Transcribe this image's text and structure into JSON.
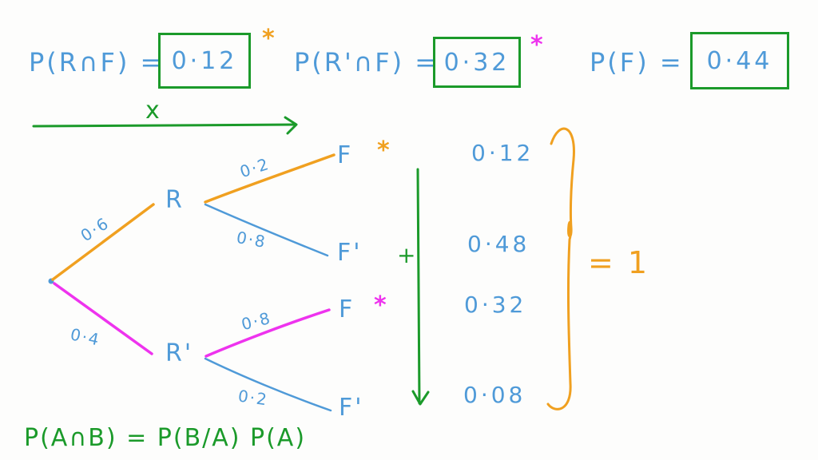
{
  "top_equations": [
    {
      "lhs": "P(R∩F) =",
      "value": "0·12",
      "marker": "*",
      "marker_color": "#f0a020"
    },
    {
      "lhs": "P(R'∩F) =",
      "value": "0·32",
      "marker": "*",
      "marker_color": "#ee33ee"
    },
    {
      "lhs": "P(F) =",
      "value": "0·44"
    }
  ],
  "multiply_arrow": {
    "label": "x"
  },
  "tree": {
    "root_branches": [
      {
        "node": "R",
        "prob": "0·6",
        "color": "#f0a020"
      },
      {
        "node": "R'",
        "prob": "0·4",
        "color": "#ee33ee"
      }
    ],
    "second_level": [
      {
        "parent": "R",
        "node": "F",
        "prob": "0·2",
        "color": "#f0a020",
        "marker": "*"
      },
      {
        "parent": "R",
        "node": "F'",
        "prob": "0·8",
        "color": "#4f9ad8"
      },
      {
        "parent": "R'",
        "node": "F",
        "prob": "0·8",
        "color": "#ee33ee",
        "marker": "*"
      },
      {
        "parent": "R'",
        "node": "F'",
        "prob": "0·2",
        "color": "#4f9ad8"
      }
    ]
  },
  "add_arrow": {
    "label": "+"
  },
  "results": [
    "0·12",
    "0·48",
    "0·32",
    "0·08"
  ],
  "sum": {
    "label": "= 1"
  },
  "formula": "P(A∩B) = P(B/A) P(A)",
  "colors": {
    "blue": "#4f9ad8",
    "green": "#1b9a2a",
    "orange": "#f0a020",
    "magenta": "#ee33ee"
  }
}
